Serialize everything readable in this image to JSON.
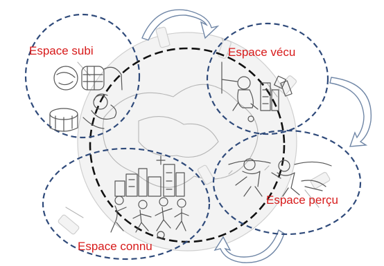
{
  "labels": {
    "subi": "Espace subi",
    "vecu": "Espace vécu",
    "percu": "Espace perçu",
    "connu": "Espace connu"
  },
  "colors": {
    "label": "#d71a1a",
    "ellipse_border": "#2f4a7a",
    "central_circle": "#111111",
    "arrow_outline": "#6f86a6"
  },
  "icons": [
    "globe-icon",
    "cycle-arrow-icon"
  ]
}
